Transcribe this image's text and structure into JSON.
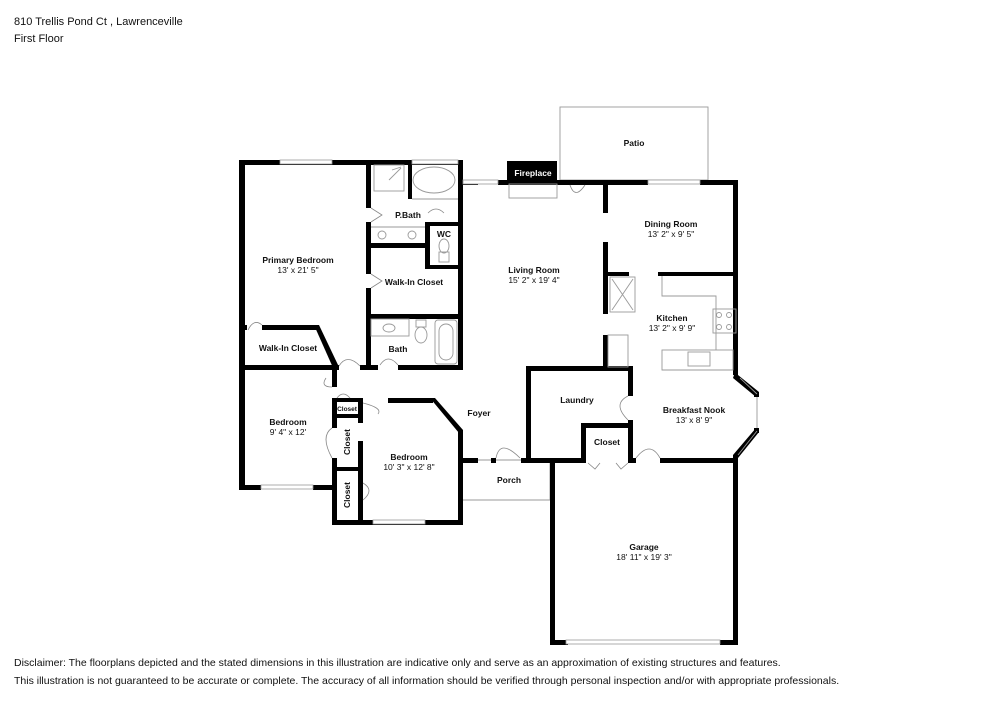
{
  "header": {
    "address": "810 Trellis Pond Ct , Lawrenceville",
    "floor": "First Floor"
  },
  "rooms": {
    "patio": {
      "label": "Patio"
    },
    "fireplace": {
      "label": "Fireplace"
    },
    "dining_room": {
      "label": "Dining Room",
      "dims": "13' 2\" x 9' 5\""
    },
    "living_room": {
      "label": "Living Room",
      "dims": "15' 2\" x 19' 4\""
    },
    "kitchen": {
      "label": "Kitchen",
      "dims": "13' 2\" x 9' 9\""
    },
    "breakfast_nook": {
      "label": "Breakfast Nook",
      "dims": "13' x 8' 9\""
    },
    "primary_bedroom": {
      "label": "Primary Bedroom",
      "dims": "13' x 21' 5\""
    },
    "p_bath": {
      "label": "P.Bath"
    },
    "wc": {
      "label": "WC"
    },
    "walk_in_closet_1": {
      "label": "Walk-In Closet"
    },
    "walk_in_closet_2": {
      "label": "Walk-In Closet"
    },
    "bath": {
      "label": "Bath"
    },
    "bedroom_1": {
      "label": "Bedroom",
      "dims": "9' 4\" x 12'"
    },
    "bedroom_2": {
      "label": "Bedroom",
      "dims": "10' 3\" x 12' 8\""
    },
    "closet_small": {
      "label": "Closet"
    },
    "closet_mid": {
      "label": "Closet"
    },
    "closet_low": {
      "label": "Closet"
    },
    "foyer": {
      "label": "Foyer"
    },
    "laundry": {
      "label": "Laundry"
    },
    "closet_garage": {
      "label": "Closet"
    },
    "porch": {
      "label": "Porch"
    },
    "garage": {
      "label": "Garage",
      "dims": "18' 11\" x 19' 3\""
    }
  },
  "disclaimer": {
    "line1": "Disclaimer: The floorplans depicted and the stated dimensions in this illustration are indicative only and serve as an approximation of existing structures and features.",
    "line2": "This illustration is not guaranteed to be accurate or complete. The accuracy of all information should be verified through personal inspection and/or with appropriate professionals."
  }
}
